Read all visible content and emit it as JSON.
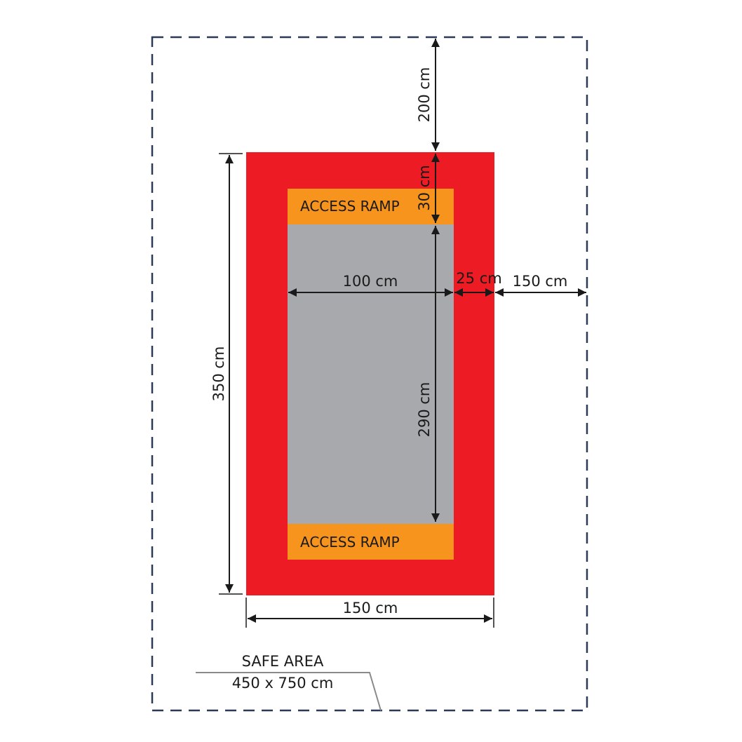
{
  "colors": {
    "border": "#ed1c24",
    "ramp": "#f7941d",
    "mat": "#a7a9ac",
    "safe_area_line": "#2b3a55",
    "dimension_line": "#1a1a1a"
  },
  "ramps": {
    "top_label": "ACCESS RAMP",
    "bottom_label": "ACCESS RAMP"
  },
  "dimensions": {
    "top_clearance": "200 cm",
    "ramp_depth": "30 cm",
    "inner_width": "100 cm",
    "border_width": "25 cm",
    "side_clearance": "150 cm",
    "overall_length": "350 cm",
    "inner_length": "290 cm",
    "overall_width": "150 cm"
  },
  "safe_area": {
    "title": "SAFE AREA",
    "size": "450 x 750 cm"
  }
}
